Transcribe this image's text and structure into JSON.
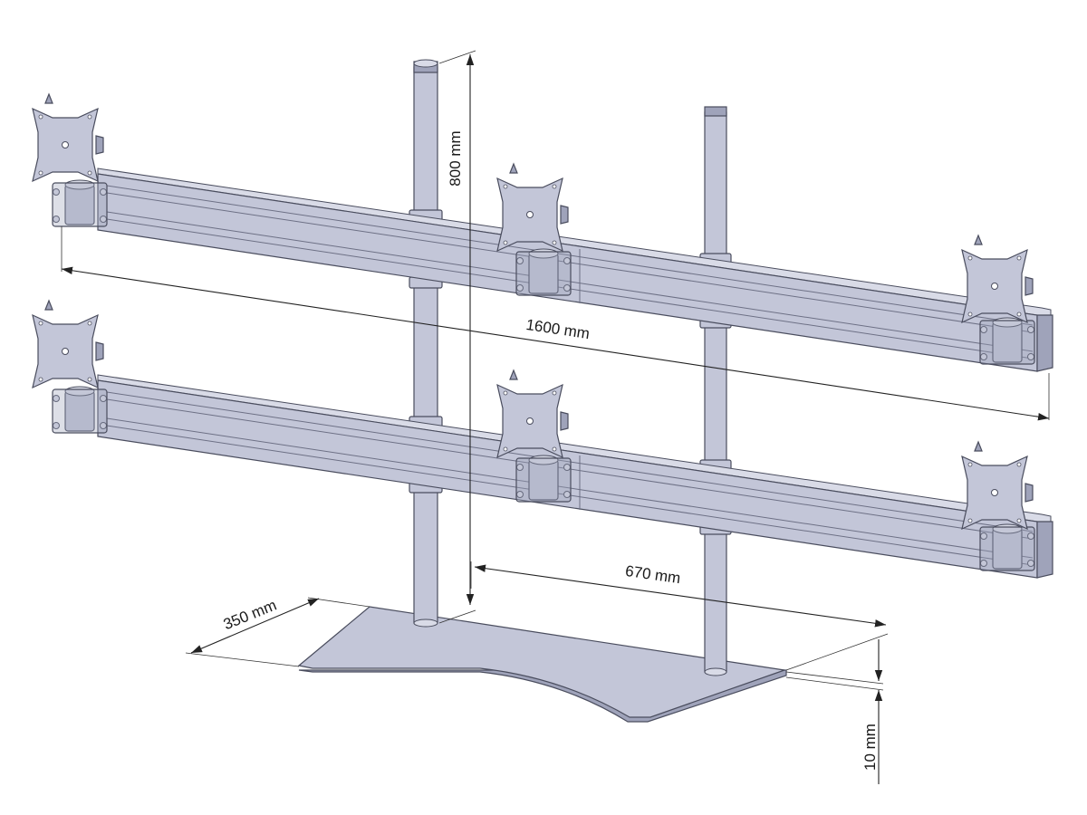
{
  "dimensions": {
    "height": "800 mm",
    "width": "1600 mm",
    "base_length": "670 mm",
    "base_depth": "350 mm",
    "base_thickness": "10 mm"
  }
}
